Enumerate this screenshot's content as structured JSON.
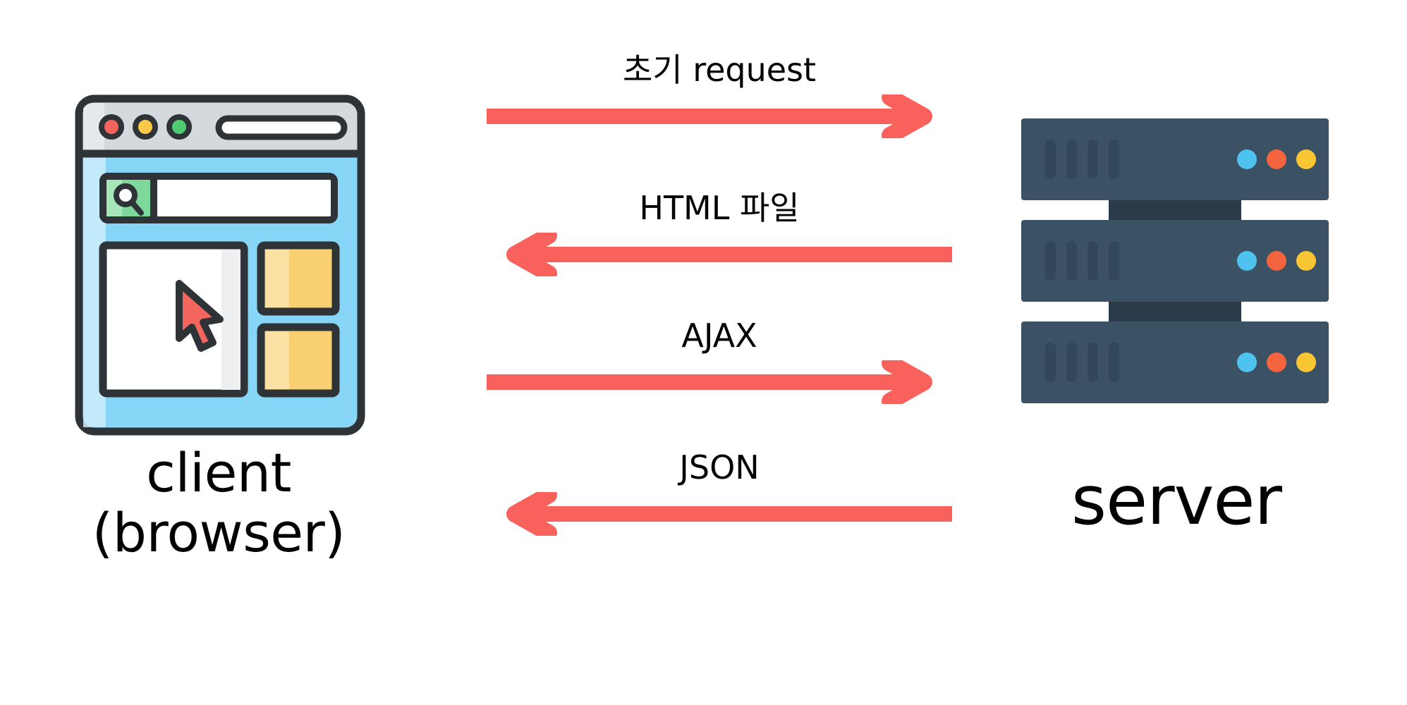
{
  "diagram": {
    "title": "client-server AJAX request flow",
    "background_color": "#ffffff"
  },
  "client": {
    "label_line1": "client",
    "label_line2": "(browser)",
    "icon_name": "browser-window-icon",
    "colors": {
      "outline": "#2E3337",
      "titlebar": "#D3D9DC",
      "titlebar_shade": "#C3CBCF",
      "body": "#87D6F7",
      "body_shade": "#BFE9FB",
      "dot_red": "#F4655E",
      "dot_yellow": "#FBC84A",
      "dot_green": "#4ECB71",
      "url_pill": "#FFFFFF",
      "search_button": "#7ED89B",
      "search_button_shade": "#A6E6B9",
      "search_input": "#FFFFFF",
      "content_panel": "#FFFFFF",
      "content_panel_shade": "#EDEFF0",
      "card_yellow": "#F8D071",
      "card_yellow_shade": "#FBE1A3",
      "cursor": "#F4655E"
    },
    "parts": {
      "titlebar_dots": [
        "red",
        "yellow",
        "green"
      ],
      "url_bar": "",
      "search_icon": "magnifier-icon",
      "search_field_value": "",
      "content_panel": "",
      "cards": 2
    }
  },
  "server": {
    "label": "server",
    "icon_name": "server-rack-icon",
    "units": 3,
    "colors": {
      "unit": "#3B5265",
      "unit_dark": "#2B3B4A",
      "vent": "#32475A",
      "led_blue": "#4EC3F0",
      "led_orange": "#F4643F",
      "led_yellow": "#FAC532"
    },
    "unit_leds": [
      "blue",
      "orange",
      "yellow"
    ],
    "vents_per_unit": 4
  },
  "flows": [
    {
      "label": "초기 request",
      "direction": "right",
      "from": "client",
      "to": "server",
      "color": "#F9615C"
    },
    {
      "label": "HTML 파일",
      "direction": "left",
      "from": "server",
      "to": "client",
      "color": "#F9615C"
    },
    {
      "label": "AJAX",
      "direction": "right",
      "from": "client",
      "to": "server",
      "color": "#F9615C"
    },
    {
      "label": "JSON",
      "direction": "left",
      "from": "server",
      "to": "client",
      "color": "#F9615C"
    }
  ],
  "palette": {
    "arrow": "#F9615C",
    "text": "#000000",
    "background": "#FFFFFF"
  }
}
